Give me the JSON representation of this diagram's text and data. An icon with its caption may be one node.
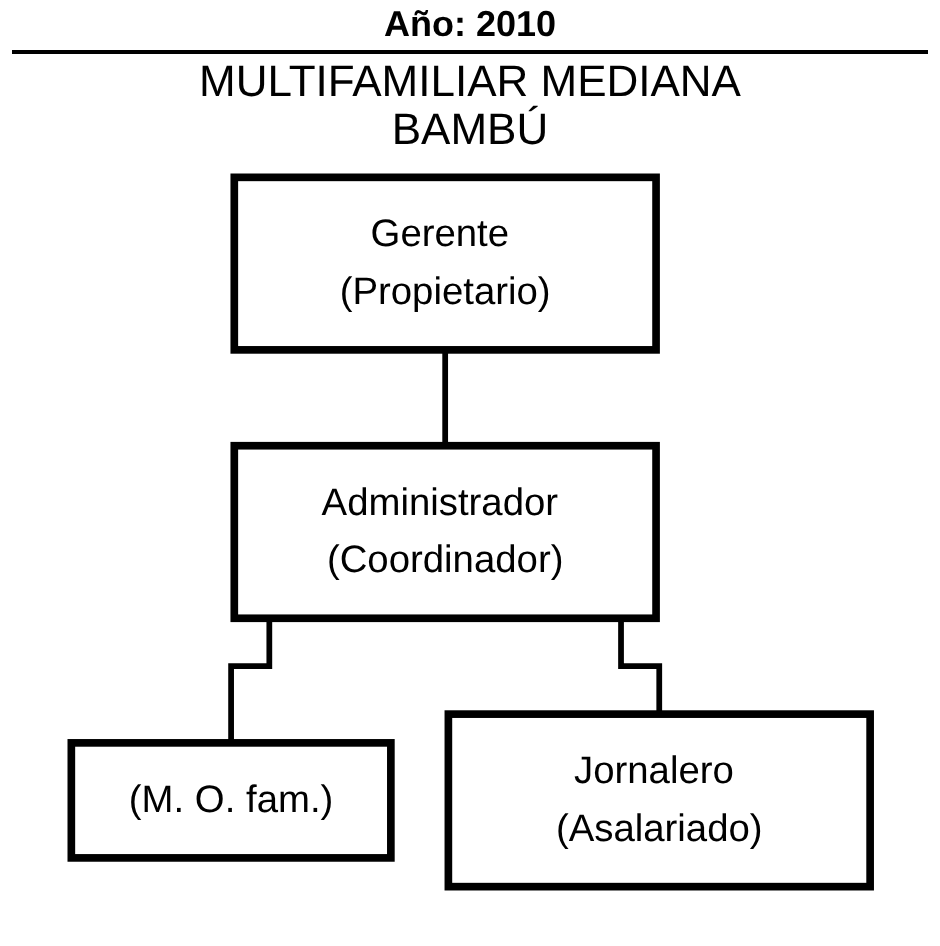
{
  "diagram": {
    "title": "MULTIFAMILIAR MEDIANA BAMBÚ",
    "nodes": [
      {
        "text": [
          "Gerente (Propietario)"
        ]
      },
      {
        "text": [
          "Administrador (Coordinador)"
        ]
      },
      {
        "text": [
          "(M. O. fam.)"
        ]
      },
      {
        "text": [
          "Jornalero (Asalariado)"
        ]
      }
    ],
    "edges": [
      {
        "from": 0,
        "to": 1,
        "arrow": "none"
      },
      {
        "from": 1,
        "to": 2,
        "arrow": "none"
      },
      {
        "from": 1,
        "to": 3,
        "arrow": "none"
      }
    ],
    "labels": [
      "Año: 2010"
    ]
  }
}
